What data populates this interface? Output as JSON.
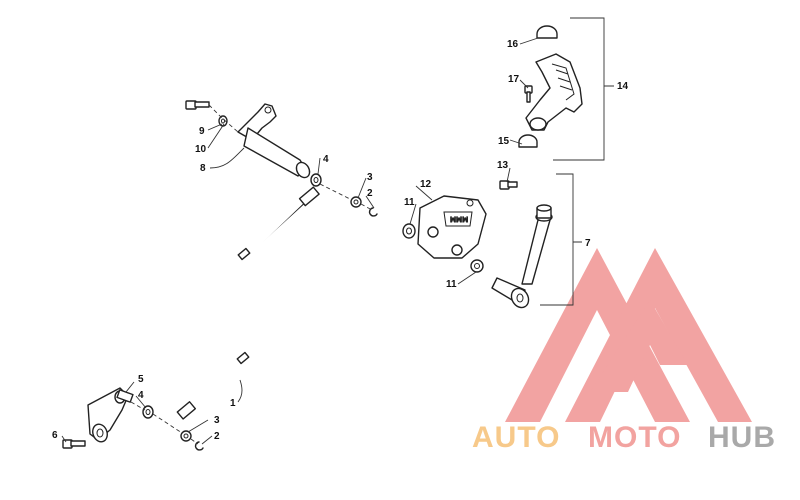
{
  "callouts": {
    "c1": "1",
    "c2a": "2",
    "c2b": "2",
    "c3a": "3",
    "c3b": "3",
    "c4a": "4",
    "c4b": "4",
    "c5": "5",
    "c6": "6",
    "c7": "7",
    "c8": "8",
    "c9": "9",
    "c10": "10",
    "c11a": "11",
    "c11b": "11",
    "c12": "12",
    "c13": "13",
    "c14": "14",
    "c15": "15",
    "c16": "16",
    "c17": "17"
  },
  "watermark": {
    "word_auto": "AUTO",
    "word_moto": "MOTO",
    "word_hub": "HUB",
    "color_auto": "#f7c98a",
    "color_moto": "#f2a3a0",
    "color_hub": "#a9a9a9",
    "logo_color": "#f19a98"
  }
}
